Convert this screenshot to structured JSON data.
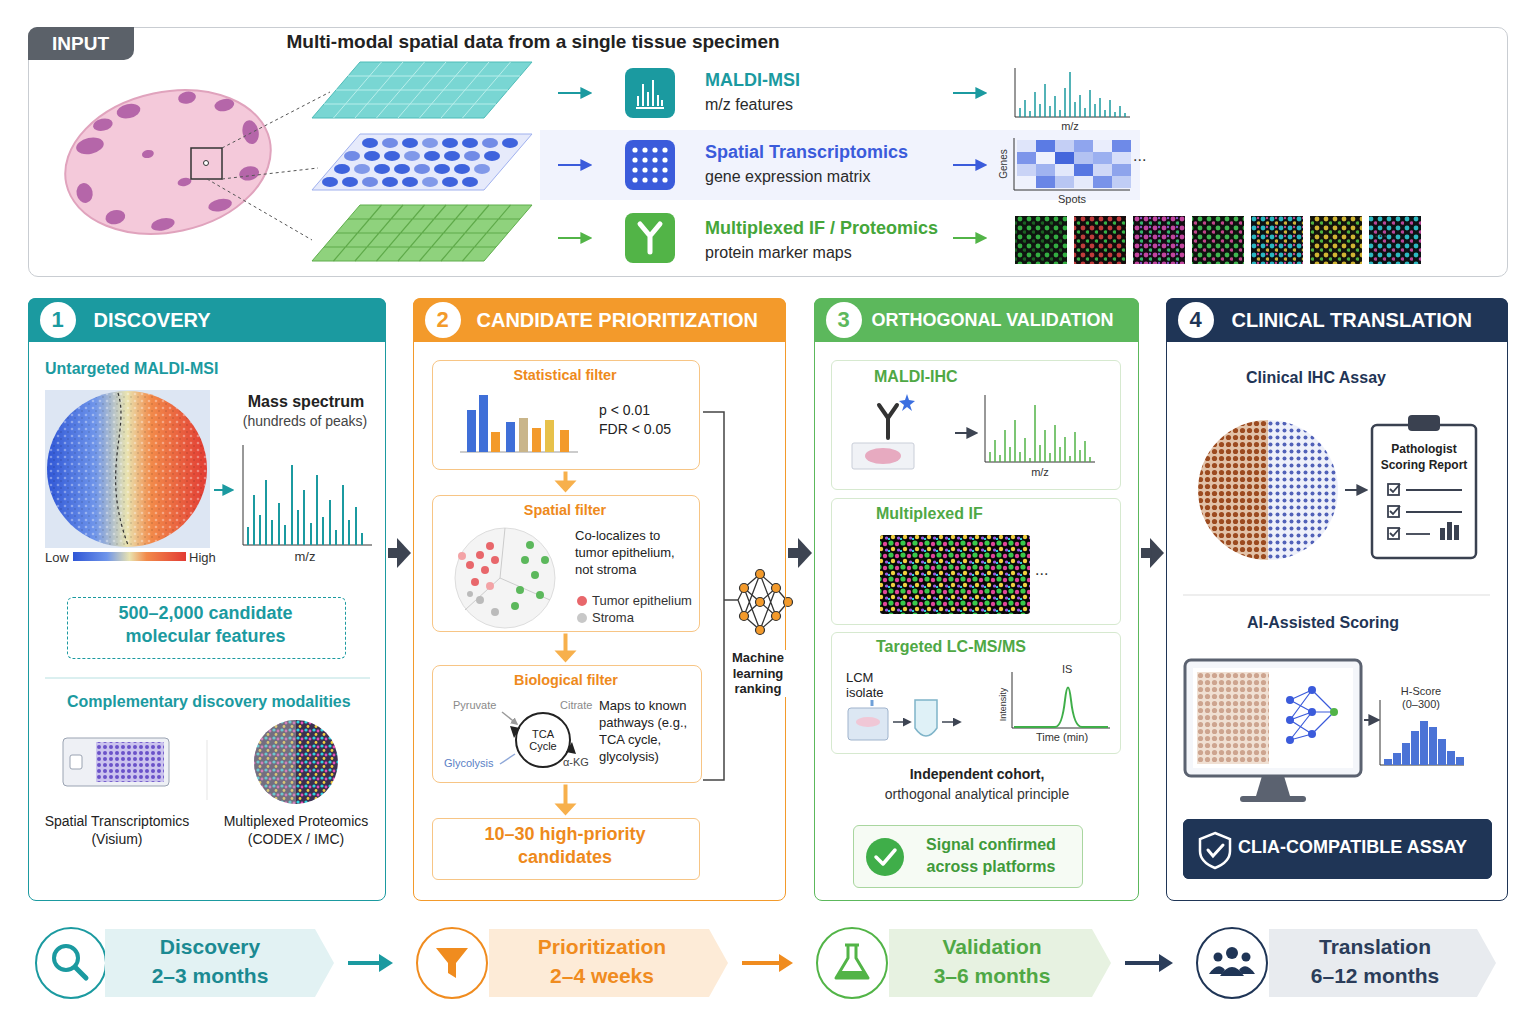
{
  "diagram": {
    "nodes": [
      {
        "text": [
          "INPUT",
          "Multi-modal spatial data from a single tissue specimen"
        ]
      },
      {
        "text": [
          "1",
          "DISCOVERY"
        ]
      },
      {
        "text": [
          "500–2,000 candidate molecular features"
        ],
        "in": 1
      },
      {
        "text": [
          "2",
          "CANDIDATE PRIORITIZATION"
        ]
      },
      {
        "text": [
          "Statistical filter",
          "p < 0.01 FDR < 0.05"
        ],
        "in": 3
      },
      {
        "text": [
          "Spatial filter",
          "Co-localizes to tumor epithelium, not stroma"
        ],
        "in": 3
      },
      {
        "text": [
          "Biological filter",
          "Maps to known pathways (e.g., TCA cycle, glycolysis)"
        ],
        "in": 3
      },
      {
        "text": [
          "10–30 high-priority candidates"
        ],
        "in": 3
      },
      {
        "text": [
          "3",
          "ORTHOGONAL VALIDATION"
        ]
      },
      {
        "text": [
          "MALDI-IHC"
        ],
        "in": 8
      },
      {
        "text": [
          "Multiplexed IF"
        ],
        "in": 8
      },
      {
        "text": [
          "Targeted LC-MS/MS"
        ],
        "in": 8
      },
      {
        "text": [
          "Signal confirmed across platforms"
        ],
        "in": 8
      },
      {
        "text": [
          "4",
          "CLINICAL TRANSLATION"
        ]
      },
      {
        "text": [
          "CLIA-COMPATIBLE ASSAY"
        ],
        "in": 13
      },
      {
        "text": [
          "Discovery",
          "2–3 months"
        ]
      },
      {
        "text": [
          "Prioritization",
          "2–4 weeks"
        ]
      },
      {
        "text": [
          "Validation",
          "3–6 months"
        ]
      },
      {
        "text": [
          "Translation",
          "6–12 months"
        ]
      }
    ],
    "edges": [
      {
        "from": 1,
        "to": 3,
        "arrow": "to"
      },
      {
        "from": 3,
        "to": 8,
        "arrow": "to"
      },
      {
        "from": 8,
        "to": 13,
        "arrow": "to"
      },
      {
        "from": 4,
        "to": 5,
        "arrow": "to"
      },
      {
        "from": 5,
        "to": 6,
        "arrow": "to"
      },
      {
        "from": 6,
        "to": 7,
        "arrow": "to"
      },
      {
        "from": 15,
        "to": 16,
        "arrow": "to"
      },
      {
        "from": 16,
        "to": 17,
        "arrow": "to"
      },
      {
        "from": 17,
        "to": 18,
        "arrow": "to"
      }
    ],
    "labels": [
      "MALDI-MSI",
      "m/z features",
      "Spatial Transcriptomics",
      "gene expression matrix",
      "Multiplexed IF / Proteomics",
      "protein marker maps",
      "m/z",
      "Genes",
      "Spots",
      "...",
      "...",
      "Untargeted MALDI-MSI",
      "Mass spectrum",
      "(hundreds of peaks)",
      "Low",
      "High",
      "m/z",
      "Complementary discovery modalities",
      "Spatial Transcriptomics (Visium)",
      "Multiplexed Proteomics (CODEX / IMC)",
      "Pyruvate",
      "Citrate",
      "TCA Cycle",
      "Glycolysis",
      "α-KG",
      "Machine learning ranking",
      "m/z",
      "...",
      "LCM isolate",
      "IS",
      "Intensity",
      "Time (min)",
      "Independent cohort,",
      "orthogonal analytical principle",
      "Clinical IHC Assay",
      "Pathologist Scoring Report",
      "AI-Assisted Scoring",
      "H-Score (0–300)"
    ],
    "legend": [
      {
        "text": "Tumor epithelium",
        "color": "#e8676b"
      },
      {
        "text": "Stroma",
        "color": "#c8c8c8"
      }
    ]
  }
}
